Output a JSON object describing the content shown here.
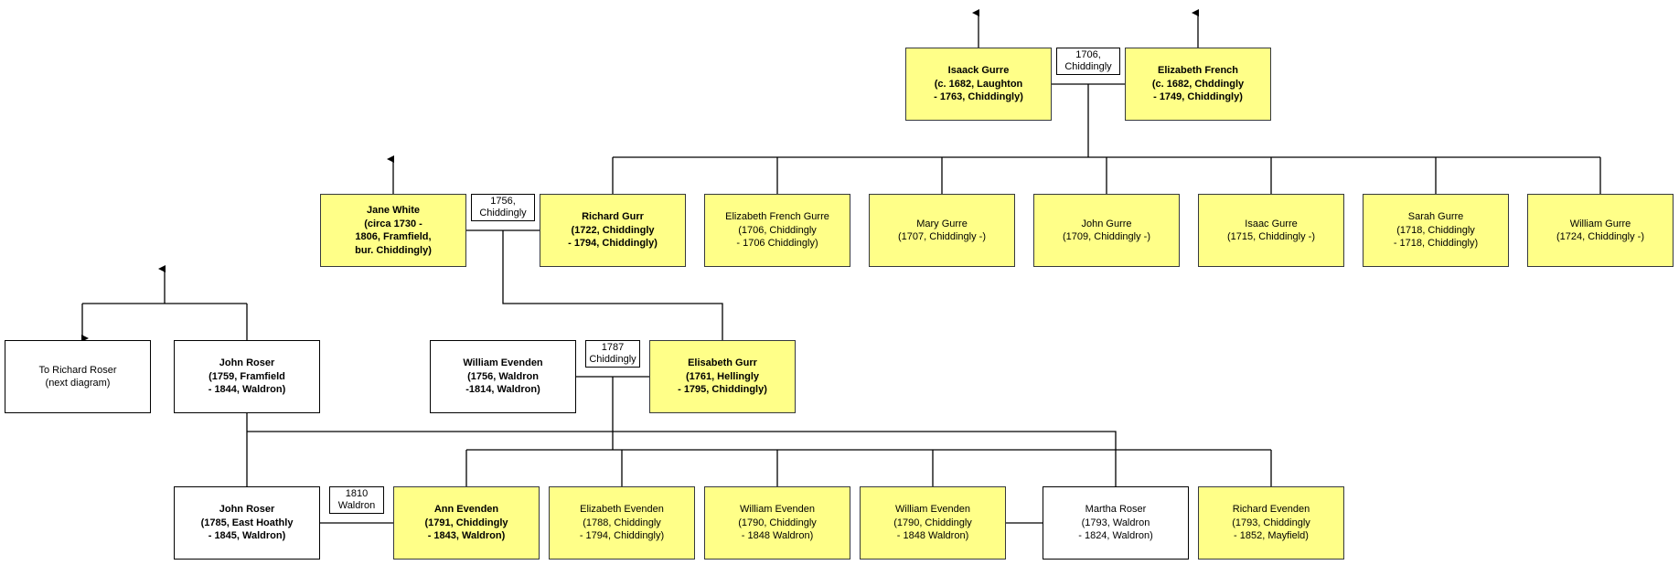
{
  "colors": {
    "person_fill": "#ffff88",
    "other_fill": "#ffffff",
    "border": "#36393d"
  },
  "people": {
    "isaack_gurre": "Isaack Gurre\n(c. 1682, Laughton\n- 1763, Chiddingly)",
    "elizabeth_french": "Elizabeth French\n(c. 1682, Chddingly\n- 1749, Chiddingly)",
    "jane_white": "Jane White\n(circa 1730 -\n1806, Framfield,\nbur. Chiddingly)",
    "richard_gurr": "Richard Gurr\n(1722, Chiddingly\n- 1794, Chiddingly)",
    "elizabeth_french_gurre": "Elizabeth French Gurre\n(1706, Chiddingly\n- 1706 Chiddingly)",
    "mary_gurre": "Mary Gurre\n(1707, Chiddingly -)",
    "john_gurre": "John Gurre\n(1709, Chiddingly -)",
    "isaac_gurre": "Isaac Gurre\n(1715, Chiddingly -)",
    "sarah_gurre": "Sarah Gurre\n(1718, Chiddingly\n- 1718, Chiddingly)",
    "william_gurre": "William Gurre\n(1724, Chiddingly -)",
    "to_richard_roser": "To Richard Roser\n(next diagram)",
    "john_roser_1759": "John Roser\n(1759, Framfield\n- 1844, Waldron)",
    "william_evenden_1756": "William Evenden\n(1756, Waldron\n-1814, Waldron)",
    "elisabeth_gurr": "Elisabeth Gurr\n(1761, Hellingly\n- 1795, Chiddingly)",
    "john_roser_1785": "John Roser\n(1785, East Hoathly\n- 1845, Waldron)",
    "ann_evenden": "Ann Evenden\n(1791, Chiddingly\n- 1843, Waldron)",
    "elizabeth_evenden": "Elizabeth Evenden\n(1788, Chiddingly\n- 1794, Chiddingly)",
    "william_evenden_1790a": "William Evenden\n(1790, Chiddingly\n- 1848 Waldron)",
    "william_evenden_1790b": "William Evenden\n(1790, Chiddingly\n- 1848 Waldron)",
    "martha_roser": "Martha Roser\n(1793, Waldron\n- 1824, Waldron)",
    "richard_evenden": "Richard  Evenden\n(1793, Chiddingly\n- 1852, Mayfield)"
  },
  "marriages": {
    "m1706": "1706,\nChiddingly",
    "m1756": "1756,\nChiddingly",
    "m1787": "1787\nChiddingly",
    "m1810": "1810\nWaldron"
  }
}
